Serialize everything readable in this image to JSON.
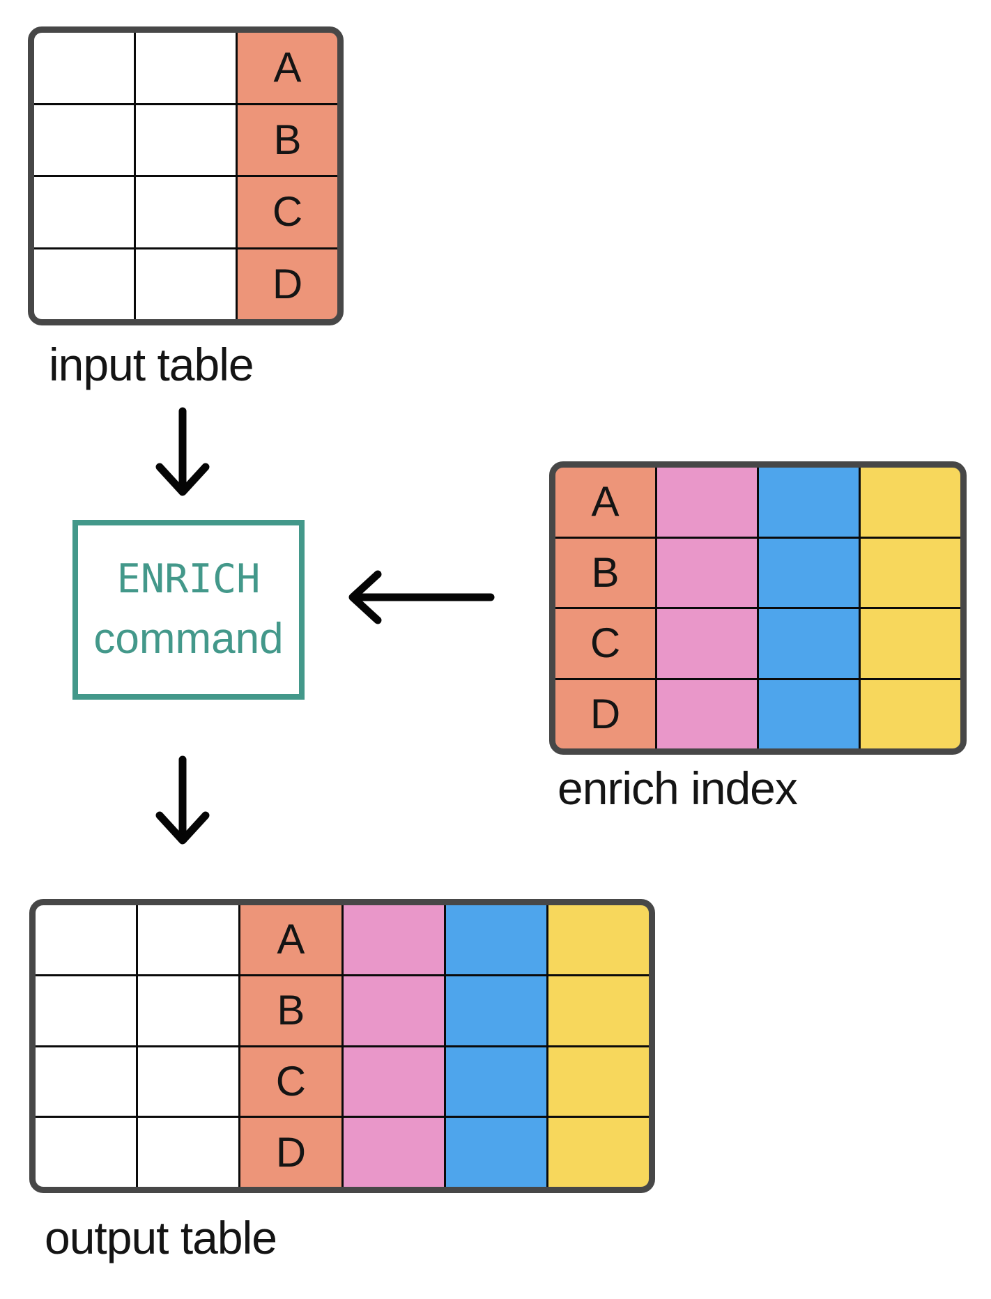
{
  "labels": {
    "input_table": "input table",
    "enrich_index": "enrich index",
    "output_table": "output table"
  },
  "enrich_box": {
    "line1": "ENRICH",
    "line2": "command"
  },
  "tables": {
    "input": {
      "key_values": [
        "A",
        "B",
        "C",
        "D"
      ],
      "columns": [
        "blank",
        "blank",
        "key"
      ]
    },
    "enrich_index": {
      "key_values": [
        "A",
        "B",
        "C",
        "D"
      ],
      "columns": [
        "key",
        "pink",
        "blue",
        "yellow"
      ]
    },
    "output": {
      "key_values": [
        "A",
        "B",
        "C",
        "D"
      ],
      "columns": [
        "blank",
        "blank",
        "key",
        "pink",
        "blue",
        "yellow"
      ]
    }
  },
  "colors": {
    "key": "#ED9579",
    "pink": "#E997C9",
    "blue": "#4EA5EC",
    "yellow": "#F7D75C",
    "teal_accent": "#43988A",
    "table_border": "#474747",
    "grid_line": "#0A0A0A",
    "text": "#141414",
    "arrow": "#050505",
    "background": "#FFFFFF"
  }
}
